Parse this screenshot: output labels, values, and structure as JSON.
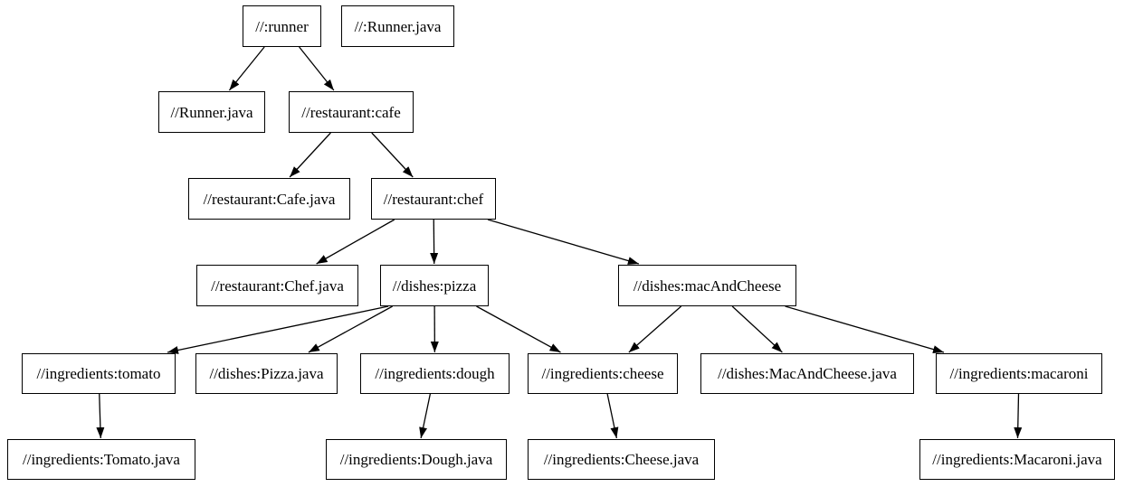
{
  "diagram": {
    "type": "dependency-graph",
    "description": "Bazel build target dependency graph rendered as a directed tree of labeled boxes",
    "colors": {
      "background": "#ffffff",
      "node_fill": "#ffffff",
      "node_border": "#000000",
      "edge": "#000000",
      "text": "#000000"
    },
    "nodes": [
      {
        "id": "runner",
        "label": "//:runner"
      },
      {
        "id": "runner-java-root",
        "label": "//:Runner.java"
      },
      {
        "id": "runner-java",
        "label": "//Runner.java"
      },
      {
        "id": "cafe",
        "label": "//restaurant:cafe"
      },
      {
        "id": "cafe-java",
        "label": "//restaurant:Cafe.java"
      },
      {
        "id": "chef",
        "label": "//restaurant:chef"
      },
      {
        "id": "chef-java",
        "label": "//restaurant:Chef.java"
      },
      {
        "id": "pizza",
        "label": "//dishes:pizza"
      },
      {
        "id": "mac-and-cheese",
        "label": "//dishes:macAndCheese"
      },
      {
        "id": "tomato",
        "label": "//ingredients:tomato"
      },
      {
        "id": "pizza-java",
        "label": "//dishes:Pizza.java"
      },
      {
        "id": "dough",
        "label": "//ingredients:dough"
      },
      {
        "id": "cheese",
        "label": "//ingredients:cheese"
      },
      {
        "id": "mac-and-cheese-java",
        "label": "//dishes:MacAndCheese.java"
      },
      {
        "id": "macaroni",
        "label": "//ingredients:macaroni"
      },
      {
        "id": "tomato-java",
        "label": "//ingredients:Tomato.java"
      },
      {
        "id": "dough-java",
        "label": "//ingredients:Dough.java"
      },
      {
        "id": "cheese-java",
        "label": "//ingredients:Cheese.java"
      },
      {
        "id": "macaroni-java",
        "label": "//ingredients:Macaroni.java"
      }
    ],
    "edges": [
      {
        "from": "runner",
        "to": "runner-java"
      },
      {
        "from": "runner",
        "to": "cafe"
      },
      {
        "from": "cafe",
        "to": "cafe-java"
      },
      {
        "from": "cafe",
        "to": "chef"
      },
      {
        "from": "chef",
        "to": "chef-java"
      },
      {
        "from": "chef",
        "to": "pizza"
      },
      {
        "from": "chef",
        "to": "mac-and-cheese"
      },
      {
        "from": "pizza",
        "to": "tomato"
      },
      {
        "from": "pizza",
        "to": "pizza-java"
      },
      {
        "from": "pizza",
        "to": "dough"
      },
      {
        "from": "pizza",
        "to": "cheese"
      },
      {
        "from": "mac-and-cheese",
        "to": "cheese"
      },
      {
        "from": "mac-and-cheese",
        "to": "mac-and-cheese-java"
      },
      {
        "from": "mac-and-cheese",
        "to": "macaroni"
      },
      {
        "from": "tomato",
        "to": "tomato-java"
      },
      {
        "from": "dough",
        "to": "dough-java"
      },
      {
        "from": "cheese",
        "to": "cheese-java"
      },
      {
        "from": "macaroni",
        "to": "macaroni-java"
      }
    ]
  }
}
